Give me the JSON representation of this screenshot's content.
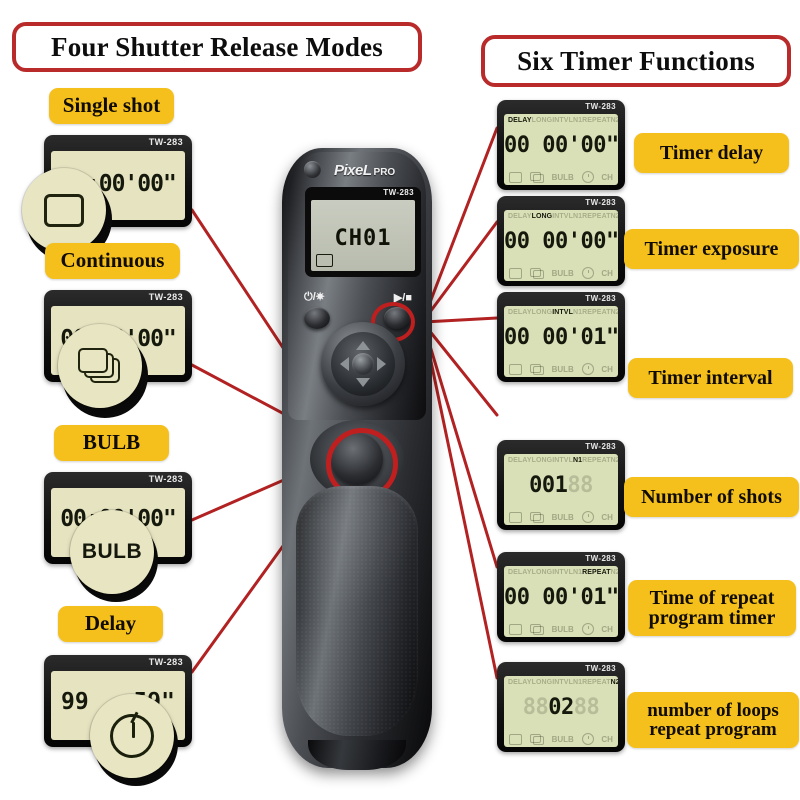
{
  "titles": {
    "left": "Four Shutter Release Modes",
    "right": "Six Timer Functions"
  },
  "colors": {
    "title_border": "#b92b2b",
    "pill_background": "#f5c01b",
    "pill_text": "#100c04",
    "line_red": "#b22222",
    "lcd_screen": "#d9dfb6",
    "lcd_bezel": "#111111",
    "highlight_ring": "#c01f1f"
  },
  "device": {
    "brand": "PixeL",
    "brand_suffix": "PRO",
    "model": "TW-283",
    "lcd_model": "TW-283",
    "lcd_value": "CH01",
    "power_button_label": "⏻/☀",
    "play_button_label": "▶/■",
    "buttons": [
      {
        "name": "power-light-button",
        "label": "⏻/☀"
      },
      {
        "name": "play-stop-button",
        "label": "▶/■"
      },
      {
        "name": "navigation-dpad",
        "label": ""
      },
      {
        "name": "shutter-release-button",
        "label": ""
      }
    ]
  },
  "shutter_modes": [
    {
      "label": "Single shot",
      "model": "TW-283",
      "display": "00:00'00\"",
      "bubble_type": "single-frame-icon",
      "bubble_text": ""
    },
    {
      "label": "Continuous",
      "model": "TW-283",
      "display": "00:00'00\"",
      "bubble_type": "stacked-frames-icon",
      "bubble_text": ""
    },
    {
      "label": "BULB",
      "model": "TW-283",
      "display": "00:00'00\"",
      "bubble_type": "text",
      "bubble_text": "BULB"
    },
    {
      "label": "Delay",
      "model": "TW-283",
      "display_left": "99",
      "display_right": "59\"",
      "bubble_type": "timer-icon",
      "bubble_text": ""
    }
  ],
  "timer_functions": [
    {
      "label": "Timer delay",
      "model": "TW-283",
      "active_indicator": "DELAY",
      "indicators": [
        "DELAY",
        "LONG",
        "INTVL",
        "N1",
        "REPEAT",
        "N2"
      ],
      "display": "00 00'00\"",
      "display_ghost": "",
      "bottom_icons": [
        "single-frame-icon",
        "stacked-frames-icon",
        "BULB",
        "timer-icon",
        "CH"
      ]
    },
    {
      "label": "Timer exposure",
      "model": "TW-283",
      "active_indicator": "LONG",
      "indicators": [
        "DELAY",
        "LONG",
        "INTVL",
        "N1",
        "REPEAT",
        "N2"
      ],
      "display": "00 00'00\"",
      "display_ghost": "",
      "bottom_icons": [
        "single-frame-icon",
        "stacked-frames-icon",
        "BULB",
        "timer-icon",
        "CH"
      ]
    },
    {
      "label": "Timer interval",
      "model": "TW-283",
      "active_indicator": "INTVL",
      "indicators": [
        "DELAY",
        "LONG",
        "INTVL",
        "N1",
        "REPEAT",
        "N2"
      ],
      "display": "00 00'01\"",
      "display_ghost": "",
      "bottom_icons": [
        "single-frame-icon",
        "stacked-frames-icon",
        "BULB",
        "timer-icon",
        "CH"
      ]
    },
    {
      "label": "Number of shots",
      "model": "TW-283",
      "active_indicator": "N1",
      "indicators": [
        "DELAY",
        "LONG",
        "INTVL",
        "N1",
        "REPEAT",
        "N2"
      ],
      "display": "001",
      "display_ghost": "88",
      "bottom_icons": [
        "single-frame-icon",
        "stacked-frames-icon",
        "BULB",
        "timer-icon",
        "CH"
      ]
    },
    {
      "label": "Time of repeat program timer",
      "model": "TW-283",
      "active_indicator": "REPEAT",
      "indicators": [
        "DELAY",
        "LONG",
        "INTVL",
        "N1",
        "REPEAT",
        "N2"
      ],
      "display": "00 00'01\"",
      "display_ghost": "",
      "bottom_icons": [
        "single-frame-icon",
        "stacked-frames-icon",
        "BULB",
        "timer-icon",
        "CH"
      ]
    },
    {
      "label": "number of loops repeat program",
      "model": "TW-283",
      "active_indicator": "N2",
      "indicators": [
        "DELAY",
        "LONG",
        "INTVL",
        "N1",
        "REPEAT",
        "N2"
      ],
      "display": "02",
      "display_ghost": "88",
      "bottom_icons": [
        "single-frame-icon",
        "stacked-frames-icon",
        "BULB",
        "timer-icon",
        "CH"
      ]
    }
  ]
}
